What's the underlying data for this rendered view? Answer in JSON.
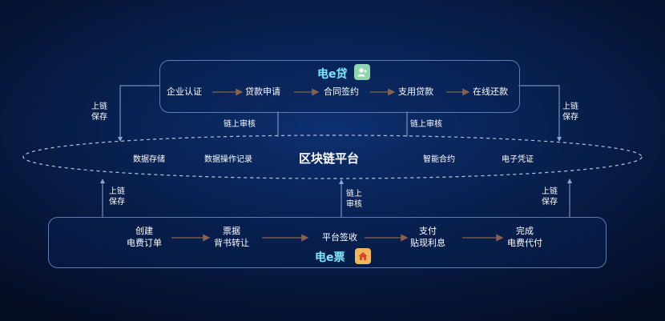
{
  "top": {
    "title": "电e贷",
    "icon": "user-icon",
    "steps": [
      "企业认证",
      "贷款申请",
      "合同签约",
      "支用贷款",
      "在线还款"
    ]
  },
  "platform": {
    "title": "区块链平台",
    "items": [
      "数据存储",
      "数据操作记录",
      "智能合约",
      "电子凭证"
    ]
  },
  "bottom": {
    "title": "电e票",
    "icon": "house-icon",
    "steps": [
      [
        "创建",
        "电费订单"
      ],
      [
        "票据",
        "背书转让"
      ],
      [
        "平台签收"
      ],
      [
        "支付",
        "贴现利息"
      ],
      [
        "完成",
        "电费代付"
      ]
    ]
  },
  "connectors": {
    "save_onchain": [
      "上链",
      "保存"
    ],
    "audit_onchain": "链上审核",
    "audit_onchain_two_line": [
      "链上",
      "审核"
    ]
  },
  "colors": {
    "arrow": "#c9864a",
    "connector": "#8ea5d6",
    "box_border": "#5f7bb3",
    "title": "#7ee8ff",
    "top_icon_bg": "#8fd6b0",
    "bottom_icon_bg": "#f2b75a"
  }
}
